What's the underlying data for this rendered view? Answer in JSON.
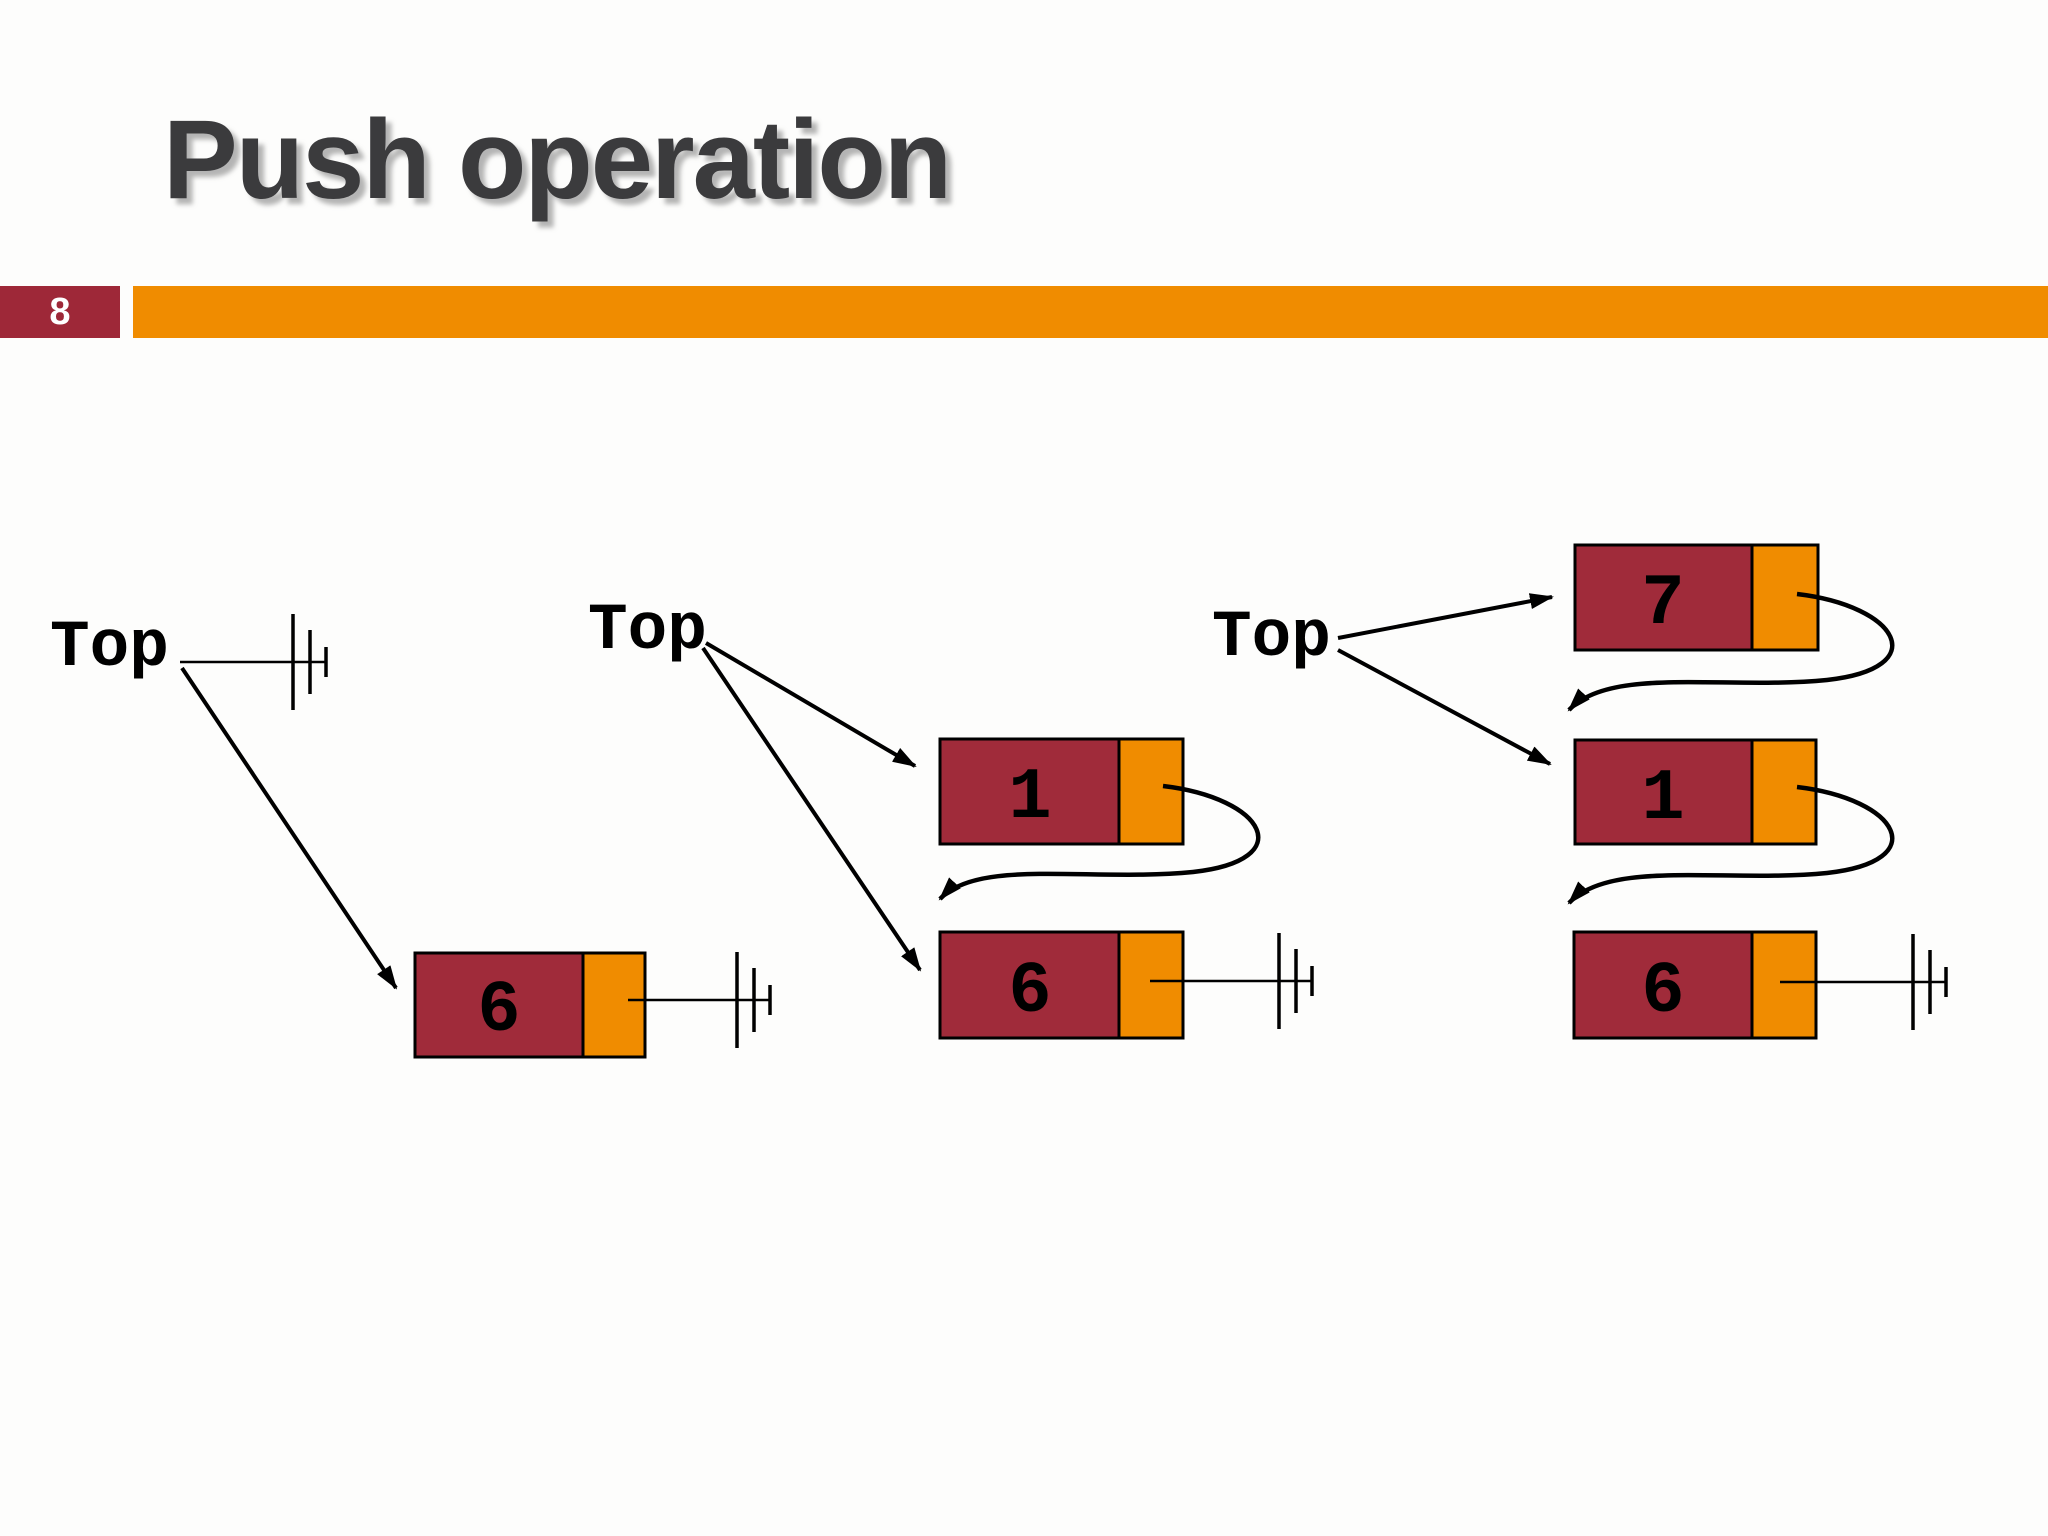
{
  "slide": {
    "title": "Push operation",
    "page_number": "8",
    "colors": {
      "maroon": "#A02B3A",
      "orange": "#F08C00",
      "badge_maroon": "#9E2838",
      "title_gray": "#3B3B3D",
      "background": "#FDFDFC"
    }
  },
  "diagram": {
    "states": [
      {
        "label": "Top",
        "top_points_to": [
          "6"
        ],
        "shows_null_beside_top": true,
        "nodes": [
          {
            "value": "6",
            "next": "null"
          }
        ]
      },
      {
        "label": "Top",
        "top_points_to": [
          "1",
          "6"
        ],
        "shows_null_beside_top": false,
        "nodes": [
          {
            "value": "1",
            "next": "6"
          },
          {
            "value": "6",
            "next": "null"
          }
        ]
      },
      {
        "label": "Top",
        "top_points_to": [
          "7",
          "1"
        ],
        "shows_null_beside_top": false,
        "nodes": [
          {
            "value": "7",
            "next": "1"
          },
          {
            "value": "1",
            "next": "6"
          },
          {
            "value": "6",
            "next": "null"
          }
        ]
      }
    ]
  }
}
